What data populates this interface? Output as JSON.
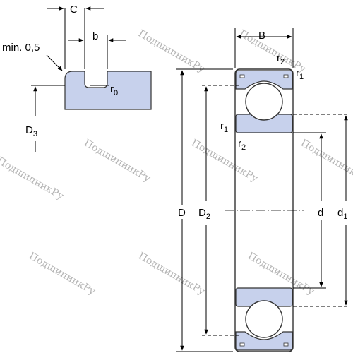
{
  "colors": {
    "section_fill": "#c7d1ec",
    "line": "#333333",
    "watermark": "#b4b4b4"
  },
  "detail": {
    "min_label": "min. 0,5",
    "C": "C",
    "b": "b",
    "r0_main": "r",
    "r0_sub": "0",
    "D3_main": "D",
    "D3_sub": "3"
  },
  "bearing": {
    "B": "B",
    "r2_main": "r",
    "r2_sub": "2",
    "r1_main": "r",
    "r1_sub": "1",
    "D": "D",
    "D2_main": "D",
    "D2_sub": "2",
    "d": "d",
    "d1_main": "d",
    "d1_sub": "1"
  },
  "watermark": "ПодшипникРу"
}
